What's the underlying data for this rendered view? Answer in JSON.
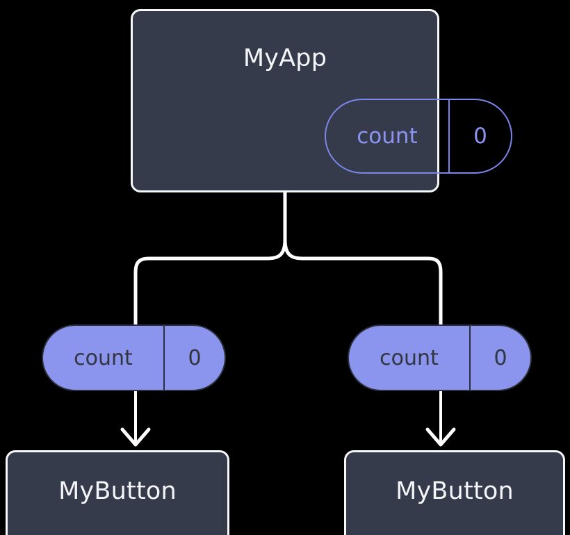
{
  "diagram": {
    "type": "component-tree",
    "background_color": "#000000",
    "palette": {
      "node_fill": "#353b4a",
      "node_border": "#f7f8fa",
      "node_text": "#f4f5f8",
      "pill_accent": "#8b95ee",
      "pill_outline": "#7c86e8",
      "pill_filled_text": "#31353f",
      "wire": "#ffffff"
    },
    "root": {
      "name": "root-node",
      "title": "MyApp",
      "state": {
        "key": "count",
        "value": "0",
        "style": "outlined"
      }
    },
    "children": [
      {
        "name": "child-left",
        "title": "MyButton",
        "prop": {
          "key": "count",
          "value": "0",
          "style": "filled"
        }
      },
      {
        "name": "child-right",
        "title": "MyButton",
        "prop": {
          "key": "count",
          "value": "0",
          "style": "filled"
        }
      }
    ]
  }
}
